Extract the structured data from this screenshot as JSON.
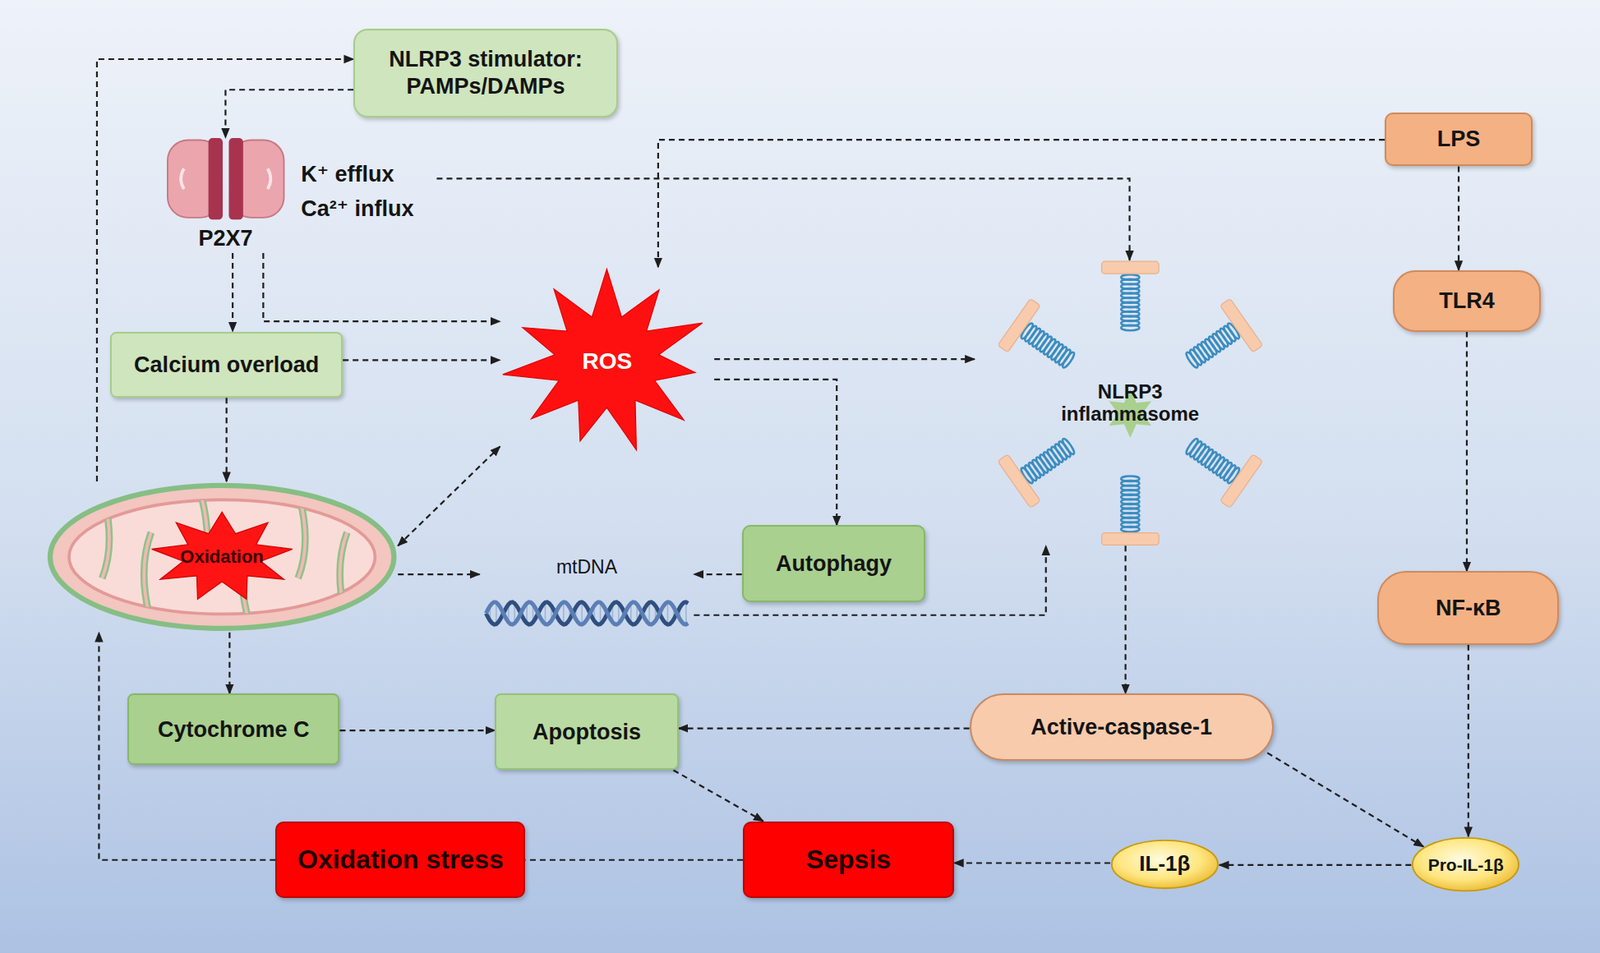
{
  "diagram": {
    "nodes": [
      {
        "text": [
          "NLRP3 stimulator: PAMPs/DAMPs"
        ]
      },
      {
        "text": [
          "P2X7"
        ]
      },
      {
        "text": [
          "LPS"
        ]
      },
      {
        "text": [
          "TLR4"
        ]
      },
      {
        "text": [
          "ROS"
        ]
      },
      {
        "text": [
          "Calcium overload"
        ]
      },
      {
        "text": [
          "NLRP3 inflammasome"
        ]
      },
      {
        "text": [
          "Oxidation"
        ]
      },
      {
        "text": [
          "Autophagy"
        ]
      },
      {
        "text": [
          "mtDNA"
        ]
      },
      {
        "text": [
          "NF-κB"
        ]
      },
      {
        "text": [
          "Cytochrome C"
        ]
      },
      {
        "text": [
          "Apoptosis"
        ]
      },
      {
        "text": [
          "Active-caspase-1"
        ]
      },
      {
        "text": [
          "Oxidation stress"
        ]
      },
      {
        "text": [
          "Sepsis"
        ]
      },
      {
        "text": [
          "IL-1β"
        ]
      },
      {
        "text": [
          "Pro-IL-1β"
        ]
      }
    ],
    "edges": [
      {
        "from": 7,
        "to": 0,
        "arrow": "to"
      },
      {
        "from": 0,
        "to": 1,
        "arrow": "to"
      },
      {
        "from": 1,
        "to": 6,
        "arrow": "to"
      },
      {
        "from": 2,
        "to": 4,
        "arrow": "to"
      },
      {
        "from": 2,
        "to": 3,
        "arrow": "to"
      },
      {
        "from": 1,
        "to": 5,
        "arrow": "to"
      },
      {
        "from": 1,
        "to": 4,
        "arrow": "to"
      },
      {
        "from": 5,
        "to": 4,
        "arrow": "to"
      },
      {
        "from": 5,
        "to": 7,
        "arrow": "to"
      },
      {
        "from": 4,
        "to": 6,
        "arrow": "to"
      },
      {
        "from": 4,
        "to": 8,
        "arrow": "to"
      },
      {
        "from": 7,
        "to": 4,
        "arrow": "both"
      },
      {
        "from": 7,
        "to": 9,
        "arrow": "to"
      },
      {
        "from": 8,
        "to": 9,
        "arrow": "to"
      },
      {
        "from": 9,
        "to": 6,
        "arrow": "to"
      },
      {
        "from": 3,
        "to": 10,
        "arrow": "to"
      },
      {
        "from": 10,
        "to": 17,
        "arrow": "to"
      },
      {
        "from": 6,
        "to": 13,
        "arrow": "to"
      },
      {
        "from": 7,
        "to": 11,
        "arrow": "to"
      },
      {
        "from": 11,
        "to": 12,
        "arrow": "to"
      },
      {
        "from": 13,
        "to": 12,
        "arrow": "to"
      },
      {
        "from": 13,
        "to": 17,
        "arrow": "to"
      },
      {
        "from": 12,
        "to": 15,
        "arrow": "to"
      },
      {
        "from": 17,
        "to": 16,
        "arrow": "to"
      },
      {
        "from": 16,
        "to": 15,
        "arrow": "to"
      },
      {
        "from": 15,
        "to": 14,
        "arrow": "none"
      },
      {
        "from": 14,
        "to": 7,
        "arrow": "to"
      }
    ],
    "labels": [
      "K⁺ efflux",
      "Ca²⁺ influx"
    ]
  }
}
